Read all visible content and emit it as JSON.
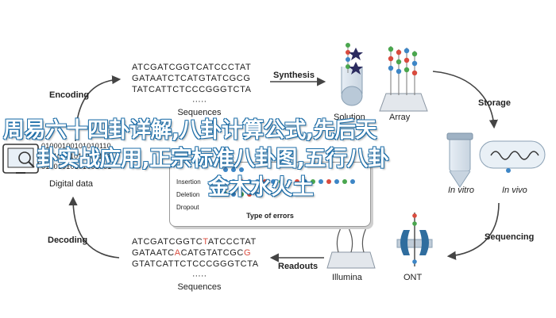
{
  "colors": {
    "accent_blue": "#2f6d9e",
    "arrow_gray": "#444444",
    "dot_blue": "#3d86c6",
    "dot_green": "#4aa64e",
    "dot_red": "#d94b3e",
    "overlay_text": "#ffffff",
    "overlay_outline": "#1e6ea8"
  },
  "stages": {
    "encoding": "Encoding",
    "synthesis": "Synthesis",
    "storage": "Storage",
    "sequencing": "Sequencing",
    "readouts": "Readouts",
    "decoding": "Decoding"
  },
  "top_sequences": {
    "lines": [
      "ATCGATCGGTCATCCCTAT",
      "GATAATCTCATGTATCGCG",
      "TATCATTCTCCCGGGTCTA"
    ],
    "dots": "·····",
    "label": "Sequences"
  },
  "bottom_sequences": {
    "lines": [
      {
        "a": "ATCGATCGGTC",
        "b": "T",
        "c": "ATCCCTAT"
      },
      {
        "a": "GATAATC",
        "b": "A",
        "c": "CATGTATCGC",
        "d": "G"
      },
      {
        "a": "GTATCATTCTCCCGGGTCTA",
        "b": "",
        "c": ""
      }
    ],
    "dots": "·····",
    "label": "Sequences"
  },
  "synthesis_products": {
    "solution": "Solution",
    "array": "Array"
  },
  "storage_products": {
    "in_vitro": "In vitro",
    "in_vivo": "In vivo"
  },
  "sequencers": {
    "illumina": "Illumina",
    "ont": "ONT"
  },
  "digital": {
    "binary": [
      "01000100101010110",
      "11010101010100101",
      "01001010101001001"
    ],
    "label": "Digital data"
  },
  "errors": {
    "rows": [
      "Insertion",
      "Deletion",
      "Dropout"
    ],
    "title": "Type of errors"
  },
  "overlay": {
    "line1": "周易六十四卦详解,八卦计算公式,先后天",
    "line2": "卦实战应用,正宗标准八卦图,五行八卦",
    "line3": "金木水火土"
  }
}
